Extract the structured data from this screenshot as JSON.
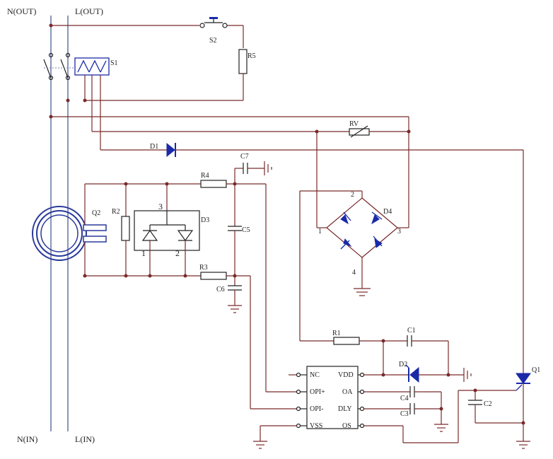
{
  "labels": {
    "n_out": "N(OUT)",
    "l_out": "L(OUT)",
    "n_in": "N(IN)",
    "l_in": "L(IN)",
    "s1": "S1",
    "s2": "S2",
    "r5": "R5",
    "rv": "RV",
    "d1": "D1",
    "c7": "C7",
    "r4": "R4",
    "r2": "R2",
    "q2": "Q2",
    "d3": "D3",
    "d3_pin1": "1",
    "d3_pin2": "2",
    "d3_pin3": "3",
    "c5": "C5",
    "r3": "R3",
    "c6": "C6",
    "d4": "D4",
    "d4_pin1": "1",
    "d4_pin2": "2",
    "d4_pin3": "3",
    "d4_pin4": "4",
    "r1": "R1",
    "c1": "C1",
    "d2": "D2",
    "c4": "C4",
    "c3": "C3",
    "c2": "C2",
    "q1": "Q1"
  },
  "ic": {
    "pins_left": [
      "NC",
      "OPI+",
      "OPI-",
      "VSS"
    ],
    "pins_right": [
      "VDD",
      "OA",
      "DLY",
      "OS"
    ]
  }
}
